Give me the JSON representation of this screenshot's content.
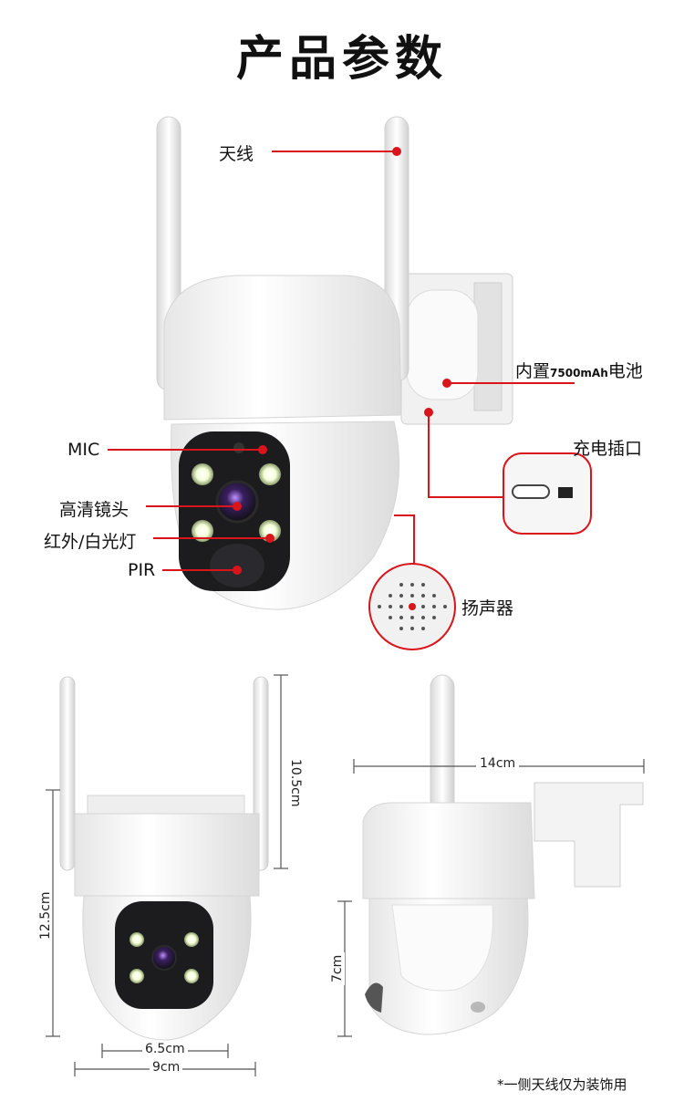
{
  "title": "产品参数",
  "callouts": {
    "antenna": "天线",
    "battery_prefix": "内置",
    "battery_capacity": "7500mAh",
    "battery_suffix": "电池",
    "charge_port": "充电插口",
    "mic": "MIC",
    "hd_lens": "高清镜头",
    "ir_white_light": "红外/白光灯",
    "pir": "PIR",
    "speaker": "扬声器"
  },
  "dimensions": {
    "antenna_height": "10.5cm",
    "body_height": "12.5cm",
    "lens_panel_width": "6.5cm",
    "body_width": "9cm",
    "total_depth": "14cm",
    "dome_height": "7cm"
  },
  "footnote": "*一侧天线仅为装饰用",
  "colors": {
    "callout_red": "#d9141b",
    "body_white": "#f4f4f4",
    "lens_black": "#1c1c1e",
    "dimension_line": "#555555"
  }
}
